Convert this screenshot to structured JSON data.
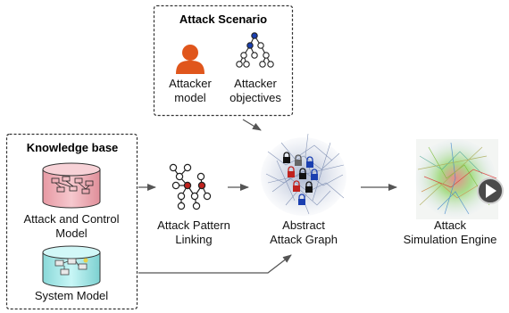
{
  "attack_scenario": {
    "title": "Attack Scenario",
    "attacker_model_label": "Attacker\nmodel",
    "attacker_objectives_label": "Attacker\nobjectives"
  },
  "knowledge_base": {
    "title": "Knowledge base",
    "attack_control_label": "Attack and Control\nModel",
    "system_model_label": "System Model"
  },
  "attack_pattern_label": "Attack Pattern\nLinking",
  "abstract_graph_label": "Abstract\nAttack Graph",
  "simulation_engine_label": "Attack\nSimulation Engine",
  "colors": {
    "attacker_figure": "#e0561c",
    "db_pink": "#f2b8bf",
    "db_cyan": "#a9ecec",
    "arrow": "#555555",
    "node_blue": "#1a3fb0",
    "node_red": "#c0221e"
  }
}
